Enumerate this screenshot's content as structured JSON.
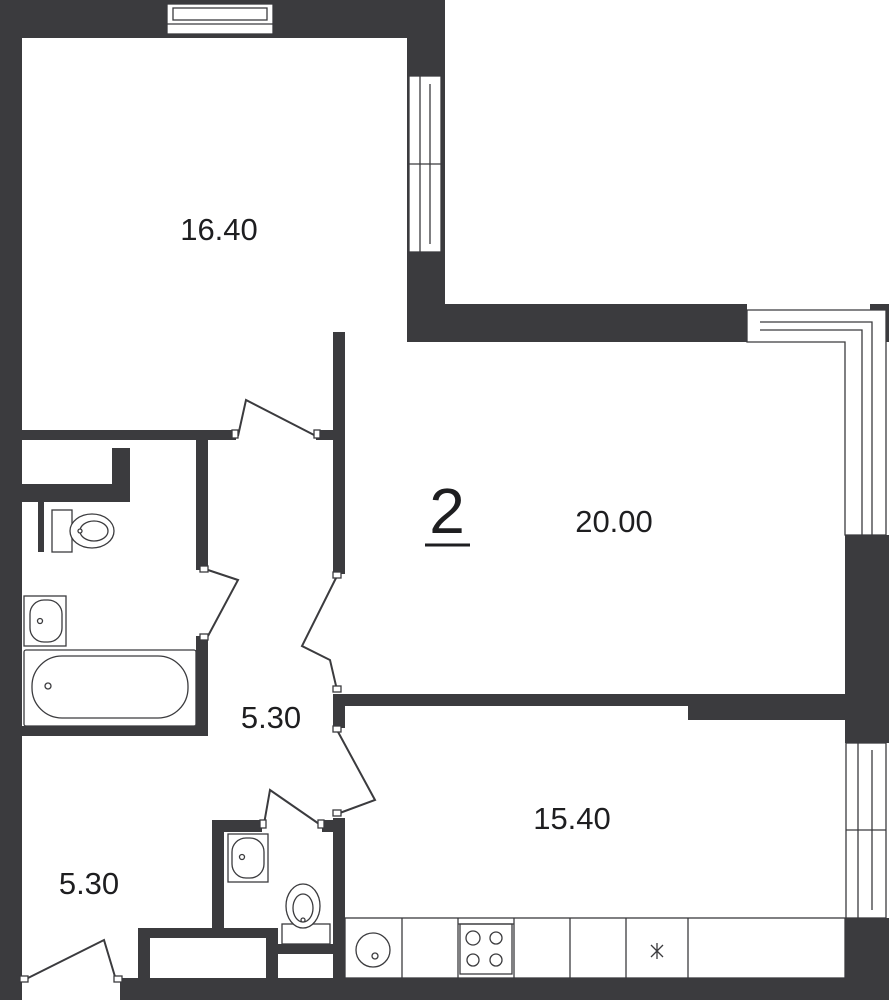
{
  "plan": {
    "room_count": "2",
    "rooms": [
      {
        "id": "bedroom",
        "area": "16.40"
      },
      {
        "id": "living-room",
        "area": "20.00"
      },
      {
        "id": "kitchen",
        "area": "15.40"
      },
      {
        "id": "hallway",
        "area": "5.30"
      },
      {
        "id": "entrance-hall",
        "area": "5.30"
      }
    ],
    "colors": {
      "wall": "#3b3b3e",
      "background": "#ffffff",
      "text": "#1e1e20"
    }
  }
}
